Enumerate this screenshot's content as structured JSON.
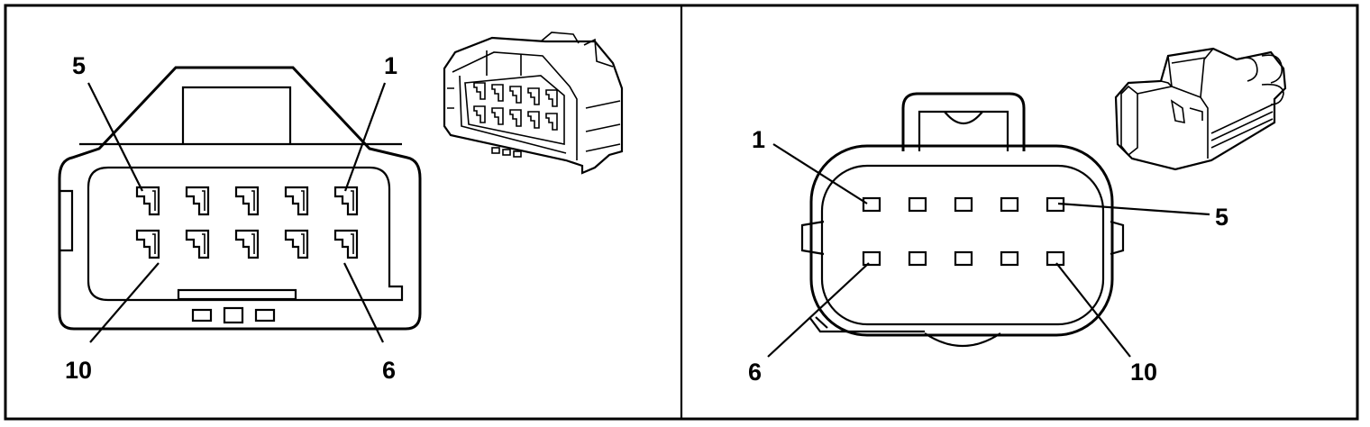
{
  "female_connector": {
    "pin_labels": {
      "top_left": "5",
      "top_right": "1",
      "bottom_left": "10",
      "bottom_right": "6"
    },
    "rows": 2,
    "columns": 5
  },
  "male_connector": {
    "pin_labels": {
      "top_left": "1",
      "top_right": "5",
      "bottom_left": "6",
      "bottom_right": "10"
    },
    "rows": 2,
    "columns": 5
  }
}
